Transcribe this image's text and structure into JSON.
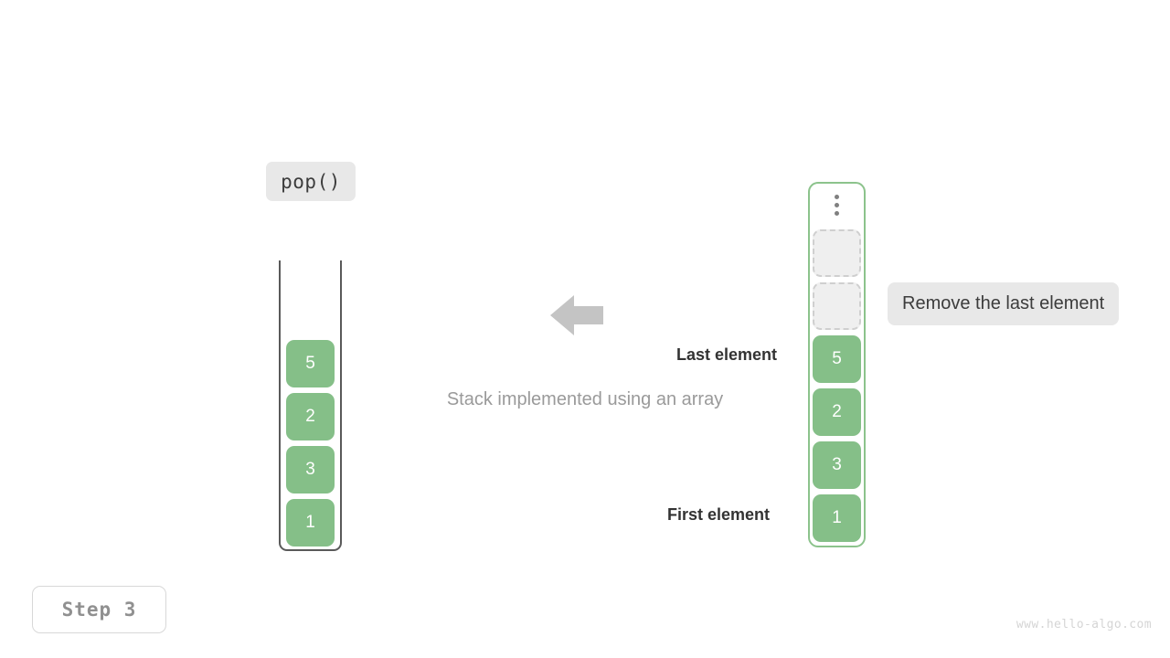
{
  "operation": {
    "label": "pop()"
  },
  "stack_panel": {
    "name": "stack-vessel",
    "items": [
      {
        "value": "5"
      },
      {
        "value": "2"
      },
      {
        "value": "3"
      },
      {
        "value": "1"
      }
    ]
  },
  "center": {
    "caption": "Stack implemented using an array",
    "arrow_icon": "arrow-left-icon",
    "last_element_label": "Last element",
    "first_element_label": "First element"
  },
  "array_panel": {
    "overflow_icon": "vertical-ellipsis-icon",
    "empty_slots": [
      {
        "value": ""
      },
      {
        "value": ""
      }
    ],
    "items": [
      {
        "value": "5"
      },
      {
        "value": "2"
      },
      {
        "value": "3"
      },
      {
        "value": "1"
      }
    ]
  },
  "annotation": {
    "text": "Remove the last element"
  },
  "footer": {
    "step_label": "Step 3",
    "watermark": "www.hello-algo.com"
  },
  "colors": {
    "element_fill": "#85bf88",
    "array_border": "#8cc38c",
    "vessel_border": "#5a5a5a",
    "chip_background": "#e8e8e8",
    "arrow": "#c4c4c4",
    "empty_slot_fill": "#efefef",
    "empty_slot_border": "#cfcfcf"
  }
}
